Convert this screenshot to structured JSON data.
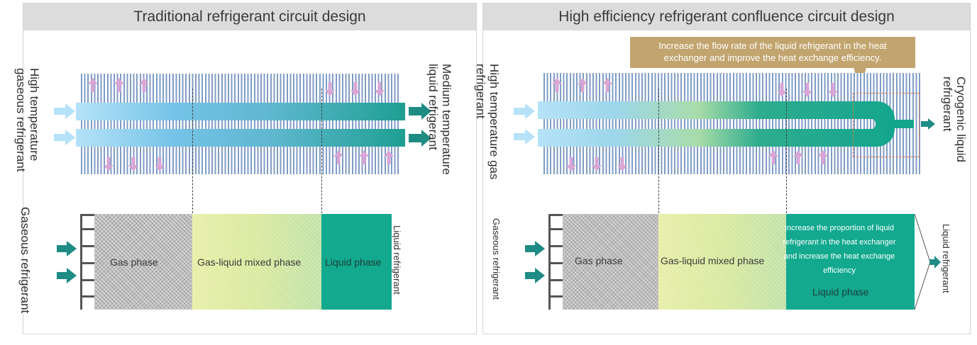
{
  "colors": {
    "fin": "#7f9cc4",
    "gas_tube_start": "#b5e2f8",
    "gas_tube_end": "#75c3e7",
    "mixed_phase": "#d8e99c",
    "liquid": "#12a98f",
    "callout": "#c2a46e",
    "air_arrow": "#d9a6d6",
    "flow_arrow": "#1e8c84"
  },
  "left": {
    "title": "Traditional refrigerant circuit design",
    "inlet_label": "High temperature\ngaseous refrigerant",
    "outlet_label": "Medium temperature\nliquid refrigerant",
    "bottom_inlet_label": "Gaseous refrigerant",
    "bottom_outlet_label": "Liquid refrigerant",
    "phases": {
      "gas": "Gas phase",
      "mixed": "Gas-liquid mixed phase",
      "liquid": "Liquid phase"
    }
  },
  "right": {
    "title": "High efficiency refrigerant confluence circuit design",
    "callout": "Increase the flow rate of the liquid refrigerant in the heat exchanger and improve the heat exchange efficiency.",
    "inlet_label": "High temperature gas\nrefrigerant",
    "outlet_label": "Cryogenic liquid\nrefrigerant",
    "bottom_inlet_label": "Gaseous refrigerant",
    "bottom_outlet_label": "Liquid refrigerant",
    "phases": {
      "gas": "Gas phase",
      "mixed": "Gas-liquid mixed phase",
      "liquid_note": "Increase the proportion of liquid refrigerant in the heat exchanger and increase the heat exchange efficiency",
      "liquid": "Liquid phase"
    }
  }
}
